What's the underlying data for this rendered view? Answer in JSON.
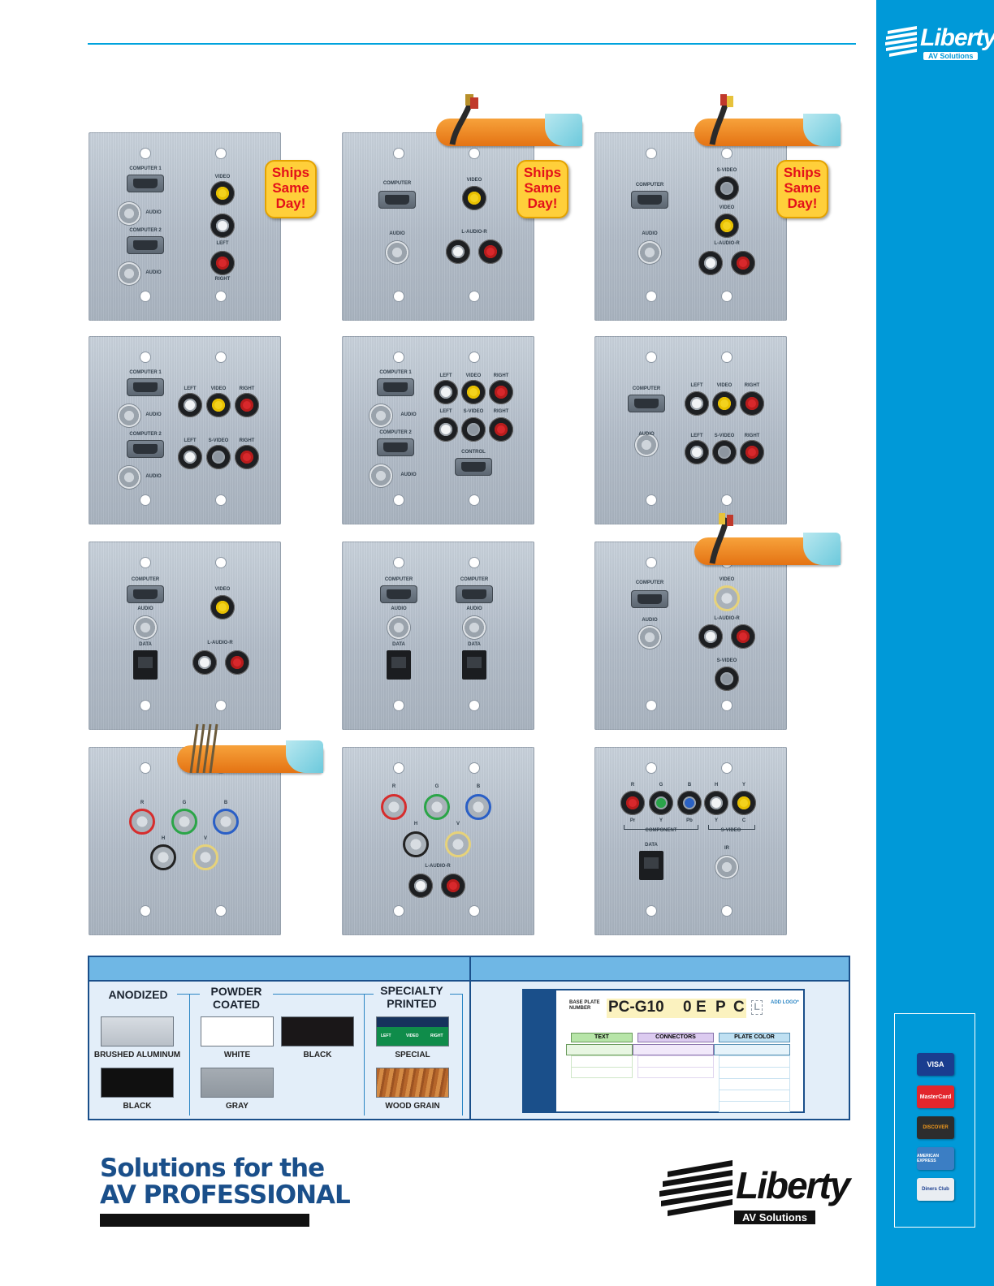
{
  "brand": {
    "name": "Liberty",
    "tagline": "AV Solutions"
  },
  "badges": {
    "ships": [
      "Ships",
      "Same",
      "Day!"
    ]
  },
  "plates": [
    {
      "labels": [
        "COMPUTER 1",
        "AUDIO",
        "COMPUTER 2",
        "AUDIO",
        "VIDEO",
        "LEFT",
        "RIGHT"
      ]
    },
    {
      "labels": [
        "COMPUTER",
        "VIDEO",
        "AUDIO",
        "L-AUDIO-R"
      ]
    },
    {
      "labels": [
        "COMPUTER",
        "S-VIDEO",
        "VIDEO",
        "AUDIO",
        "L-AUDIO-R"
      ]
    },
    {
      "labels": [
        "COMPUTER 1",
        "AUDIO",
        "COMPUTER 2",
        "AUDIO",
        "LEFT",
        "VIDEO",
        "RIGHT",
        "LEFT",
        "S-VIDEO",
        "RIGHT"
      ]
    },
    {
      "labels": [
        "COMPUTER 1",
        "AUDIO",
        "COMPUTER 2",
        "AUDIO",
        "LEFT",
        "VIDEO",
        "RIGHT",
        "LEFT",
        "S-VIDEO",
        "RIGHT",
        "CONTROL"
      ]
    },
    {
      "labels": [
        "COMPUTER",
        "AUDIO",
        "LEFT",
        "VIDEO",
        "RIGHT",
        "LEFT",
        "S-VIDEO",
        "RIGHT"
      ]
    },
    {
      "labels": [
        "COMPUTER",
        "AUDIO",
        "DATA",
        "VIDEO",
        "L-AUDIO-R"
      ]
    },
    {
      "labels": [
        "COMPUTER",
        "AUDIO",
        "DATA",
        "COMPUTER",
        "AUDIO",
        "DATA"
      ]
    },
    {
      "labels": [
        "COMPUTER",
        "AUDIO",
        "VIDEO",
        "L-AUDIO-R",
        "S-VIDEO"
      ]
    },
    {
      "labels": [
        "R",
        "G",
        "B",
        "H",
        "V"
      ]
    },
    {
      "labels": [
        "R",
        "G",
        "B",
        "H",
        "V",
        "L-AUDIO-R"
      ]
    },
    {
      "labels": [
        "R",
        "G",
        "B",
        "H",
        "Y",
        "Pr",
        "Y",
        "Pb",
        "Y",
        "C",
        "COMPONENT",
        "S-VIDEO",
        "DATA",
        "IR"
      ]
    }
  ],
  "finishes": {
    "anodized": "ANODIZED",
    "powder_coated": "POWDER COATED",
    "specialty_printed": "SPECIALTY PRINTED",
    "swatches": [
      "BRUSHED ALUMINUM",
      "BLACK",
      "WHITE",
      "BLACK",
      "GRAY",
      "SPECIAL",
      "WOOD GRAIN"
    ],
    "special_labels": [
      "LEFT",
      "VIDEO",
      "RIGHT"
    ]
  },
  "part_number": {
    "base_label": "BASE PLATE NUMBER",
    "code": [
      "PC-G10",
      "0",
      "E",
      "P",
      "C",
      "L"
    ],
    "add_logo": "ADD LOGO*",
    "columns": [
      "TEXT",
      "CONNECTORS",
      "PLATE COLOR"
    ]
  },
  "payment_cards": [
    "VISA",
    "MasterCard",
    "DISCOVER",
    "AMERICAN EXPRESS",
    "Diners Club"
  ],
  "footer": {
    "line1": "Solutions for the",
    "line2": "AV PROFESSIONAL",
    "logo_word": "Liberty",
    "logo_sub": "AV Solutions"
  },
  "colors": {
    "rail": "#0099d8",
    "navy": "#1a4f8a",
    "ships": "#ffcf3a"
  }
}
